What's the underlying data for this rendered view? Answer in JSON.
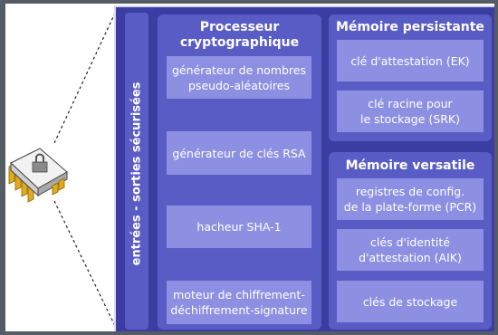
{
  "io_label": "entrées - sorties sécurisées",
  "crypto": {
    "title_line1": "Processeur",
    "title_line2": "cryptographique",
    "items": [
      {
        "line1": "générateur de nombres",
        "line2": "pseudo-aléatoires"
      },
      {
        "line1": "générateur de clés RSA",
        "line2": ""
      },
      {
        "line1": "hacheur SHA-1",
        "line2": ""
      },
      {
        "line1": "moteur de chiffrement-",
        "line2": "déchiffrement-signature"
      }
    ]
  },
  "persistent": {
    "title": "Mémoire persistante",
    "items": [
      {
        "line1": "clé d'attestation (EK)",
        "line2": ""
      },
      {
        "line1": "clé racine pour",
        "line2": "le stockage (SRK)"
      }
    ]
  },
  "versatile": {
    "title": "Mémoire versatile",
    "items": [
      {
        "line1": "registres de config.",
        "line2": "de la plate-forme (PCR)"
      },
      {
        "line1": "clés d'identité",
        "line2": "d'attestation (AIK)"
      },
      {
        "line1": "clés de stockage",
        "line2": ""
      }
    ]
  },
  "colors": {
    "tpm_background": "#3b3da3",
    "section_background": "#5a5cc6",
    "box_background": "#8d90e2",
    "frame": "#555c66"
  },
  "icons": {
    "chip": "chip-icon"
  }
}
